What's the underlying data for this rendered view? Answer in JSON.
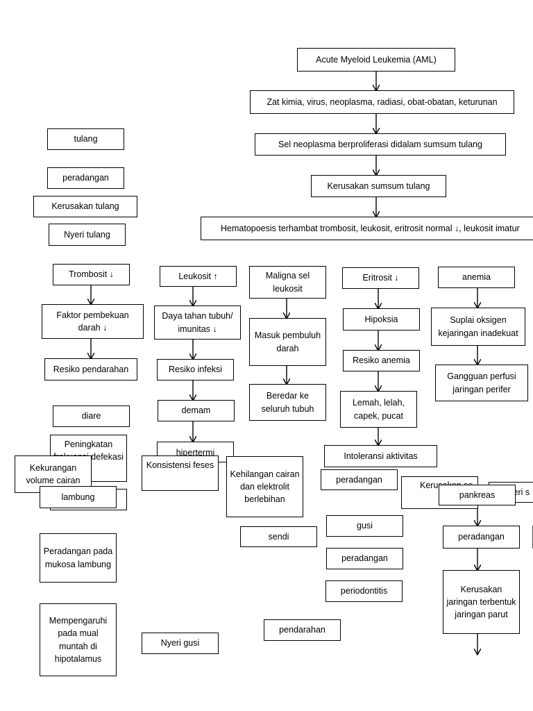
{
  "chain": {
    "aml": "Acute Myeloid Leukemia (AML)",
    "cause": "Zat kimia, virus, neoplasma, radiasi, obat-obatan, keturunan",
    "neoplasm": "Sel neoplasma berproliferasi didalam sumsum tulang",
    "marrow_damage": "Kerusakan sumsum tulang",
    "hematopoiesis": "Hematopoesis terhambat trombosit, leukosit, eritrosit normal ↓, leukosit imatur"
  },
  "left_panel": {
    "tulang": "tulang",
    "peradangan": "peradangan",
    "kerusakan_tulang": "Kerusakan tulang",
    "nyeri_tulang": "Nyeri tulang",
    "diare": "diare",
    "peningkatan_frekuensi": "Peningkatan frekuensi defekasi",
    "kekurangan_volume": "Kekurangan volume cairan",
    "lambung": "lambung",
    "peradangan_mukosa": "Peradangan pada mukosa lambung",
    "mual_muntah": "Mempengaruhi pada mual muntah di hipotalamus"
  },
  "trombosit_col": {
    "trombosit": "Trombosit ↓",
    "faktor_pembekuan": "Faktor pembekuan darah ↓",
    "resiko_pendarahan": "Resiko pendarahan"
  },
  "leukosit_col": {
    "leukosit": "Leukosit ↑",
    "daya_tahan": "Daya tahan tubuh/ imunitas ↓",
    "resiko_infeksi": "Resiko infeksi",
    "demam": "demam",
    "hipertermi": "hipertermi",
    "konsistensi_feses": "Konsistensi feses",
    "kehilangan_cairan": "Kehilangan cairan dan elektrolit berlebihan",
    "nyeri_gusi": "Nyeri gusi"
  },
  "maligna_col": {
    "maligna": "Maligna sel leukosit",
    "masuk_pembuluh": "Masuk pembuluh darah",
    "beredar": "Beredar ke seluruh tubuh",
    "sendi": "sendi",
    "pendarahan": "pendarahan"
  },
  "eritrosit_col": {
    "eritrosit": "Eritrosit ↓",
    "hipoksia": "Hipoksia",
    "resiko_anemia": "Resiko anemia",
    "lemah": "Lemah, lelah, capek, pucat",
    "intoleransi": "Intoleransi aktivitas",
    "peradangan": "peradangan",
    "gusi": "gusi",
    "peradangan_gusi": "peradangan",
    "periodontitis": "periodontitis"
  },
  "anemia_col": {
    "anemia": "anemia",
    "suplai_oksigen": "Suplai oksigen kejaringan inadekuat",
    "gangguan_perfusi": "Gangguan perfusi jaringan perifer",
    "kerusakan_partial": "Kerusakan se",
    "pankreas": "pankreas",
    "nyeri_partial": "…eri s",
    "peradangan": "peradangan",
    "kerusakan_jaringan": "Kerusakan jaringan terbentuk jaringan parut"
  }
}
